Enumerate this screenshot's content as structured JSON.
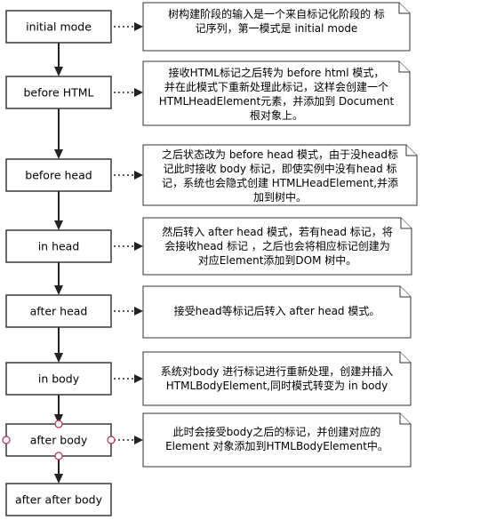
{
  "states": [
    {
      "id": "initial-mode",
      "label": "initial mode"
    },
    {
      "id": "before-html",
      "label": "before HTML"
    },
    {
      "id": "before-head",
      "label": "before head"
    },
    {
      "id": "in-head",
      "label": "in head"
    },
    {
      "id": "after-head",
      "label": "after head"
    },
    {
      "id": "in-body",
      "label": "in body"
    },
    {
      "id": "after-body",
      "label": "after body"
    },
    {
      "id": "after-after-body",
      "label": "after after body"
    }
  ],
  "notes": [
    {
      "for": "initial-mode",
      "lines": [
        "树构建阶段的输入是一个来自标记化阶段的  标",
        "记序列，第一模式是 initial mode"
      ]
    },
    {
      "for": "before-html",
      "lines": [
        "接收HTML标记之后转为 before html 模式，",
        "并在此模式下重新处理此标记，这样会创建一个",
        "HTMLHeadElement元素，并添加到 Document",
        "根对象上。"
      ]
    },
    {
      "for": "before-head",
      "lines": [
        "之后状态改为 before head 模式，由于没head标",
        "记此时接收  body 标记，即使实例中没有head 标",
        "记，系统也会隐式创建 HTMLHeadElement,并添",
        "加到树中。"
      ]
    },
    {
      "for": "in-head",
      "lines": [
        "然后转入 after head 模式，若有head 标记，将",
        "会接收head 标记 ，之后也会将相应标记创建为",
        "对应Element添加到DOM 树中。"
      ]
    },
    {
      "for": "after-head",
      "lines": [
        "接受head等标记后转入 after head 模式。"
      ]
    },
    {
      "for": "in-body",
      "lines": [
        "系统对body 进行标记进行重新处理，创建并插入",
        "HTMLBodyElement,同时模式转变为 in body"
      ]
    },
    {
      "for": "after-body",
      "lines": [
        "此时会接受body之后的标记，并创建对应的",
        "Element 对象添加到HTMLBodyElement中。"
      ]
    }
  ]
}
